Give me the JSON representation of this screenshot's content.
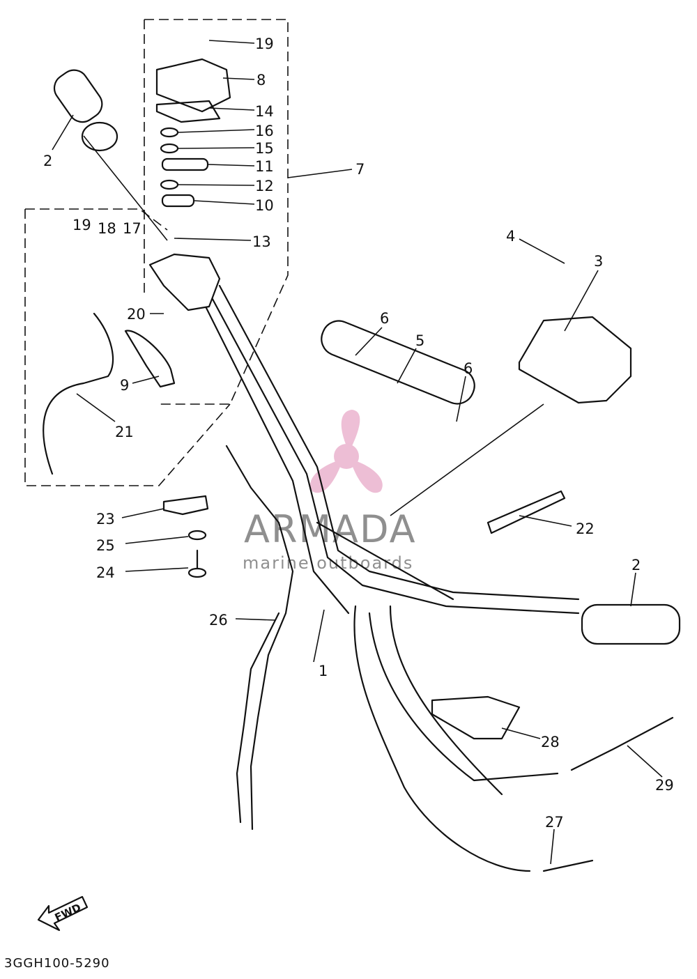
{
  "diagram_code": "3GGH100-5290",
  "fwd_label": "FWD",
  "watermark": {
    "title": "ARMADA",
    "subtitle": "marine outboards",
    "accent_color": "#e8a9c8",
    "text_color": "#8f8f8f"
  },
  "callouts": {
    "c1": "1",
    "c2a": "2",
    "c2b": "2",
    "c3": "3",
    "c4": "4",
    "c5": "5",
    "c6a": "6",
    "c6b": "6",
    "c7": "7",
    "c8": "8",
    "c9": "9",
    "c10": "10",
    "c11": "11",
    "c12": "12",
    "c13": "13",
    "c14": "14",
    "c15": "15",
    "c16": "16",
    "c17": "17",
    "c18": "18",
    "c19a": "19",
    "c19b": "19",
    "c20": "20",
    "c21": "21",
    "c22": "22",
    "c23": "23",
    "c24": "24",
    "c25": "25",
    "c26": "26",
    "c27": "27",
    "c28": "28",
    "c29": "29"
  }
}
